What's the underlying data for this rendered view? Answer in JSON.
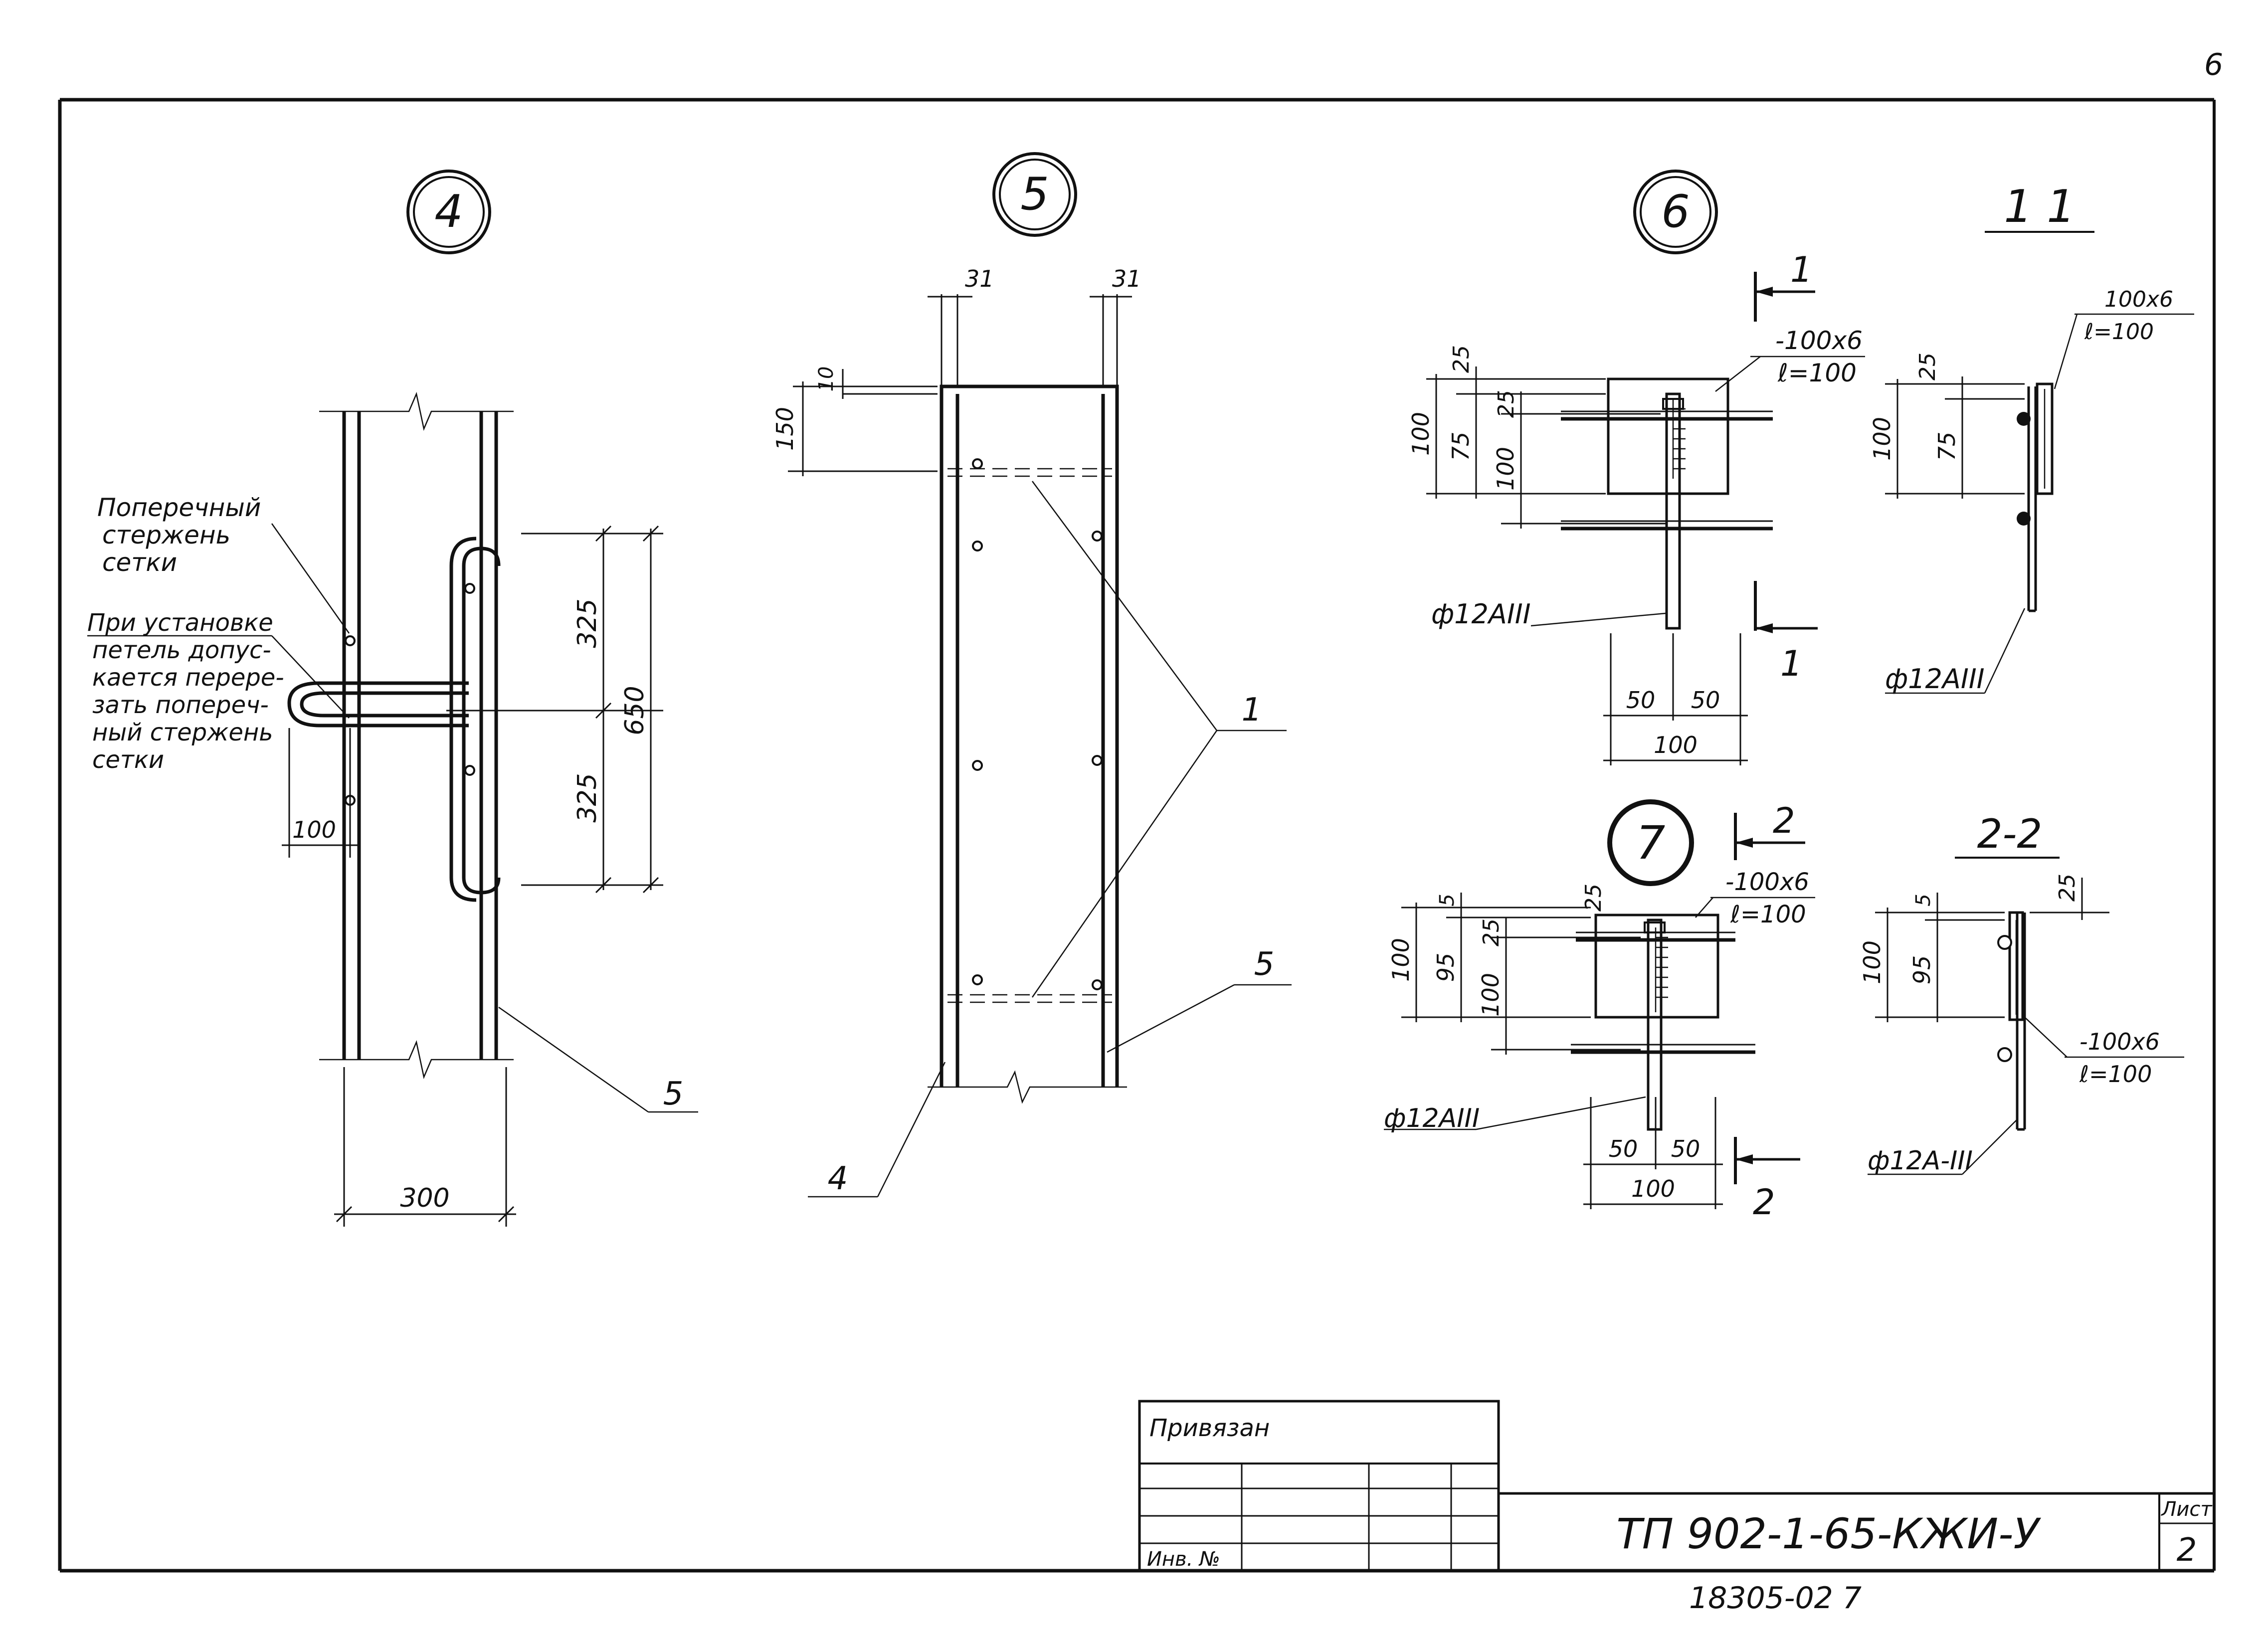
{
  "sheet_mark": "6",
  "details": {
    "d4": {
      "marker": "4",
      "note1": [
        "Поперечный",
        "стержень",
        "сетки"
      ],
      "note2": [
        "При установке",
        "петель допус-",
        "кается перере-",
        "зать попереч-",
        "ный стержень",
        "сетки"
      ],
      "dim_325_top": "325",
      "dim_325_bottom": "325",
      "dim_650": "650",
      "dim_100": "100",
      "dim_300": "300",
      "callout_5": "5"
    },
    "d5": {
      "marker": "5",
      "dim_31_left": "31",
      "dim_31_right": "31",
      "dim_10": "10",
      "dim_150": "150",
      "callout_1": "1",
      "callout_5": "5",
      "callout_4": "4"
    },
    "d6": {
      "marker": "6",
      "section_mark": "1",
      "plate": "-100х6",
      "plate_len": "ℓ=100",
      "rebar": "ф12АIII",
      "dim_25a": "25",
      "dim_25b": "25",
      "dim_100_left": "100",
      "dim_75": "75",
      "dim_100_inner": "100",
      "dim_50a": "50",
      "dim_50b": "50",
      "dim_100_bottom": "100"
    },
    "s11": {
      "title": "1  1",
      "plate": "100х6",
      "plate_len": "ℓ=100",
      "dim_25": "25",
      "dim_100": "100",
      "dim_75": "75",
      "rebar": "ф12АIII"
    },
    "d7": {
      "marker": "7",
      "section_mark": "2",
      "plate": "-100х6",
      "plate_len": "ℓ=100",
      "rebar": "ф12АIII",
      "dim_5": "5",
      "dim_25a": "25",
      "dim_25b": "25",
      "dim_100_left": "100",
      "dim_95": "95",
      "dim_100_inner": "100",
      "dim_50a": "50",
      "dim_50b": "50",
      "dim_100_bottom": "100"
    },
    "s22": {
      "title": "2-2",
      "dim_5": "5",
      "dim_25": "25",
      "dim_100": "100",
      "dim_95": "95",
      "plate": "-100х6",
      "plate_len": "ℓ=100",
      "rebar": "ф12А-III"
    }
  },
  "title_block": {
    "privyazan": "Привязан",
    "inv": "Инв. №",
    "doc_code": "ТП 902-1-65-КЖИ-У",
    "sheet_label": "Лист",
    "sheet_no": "2",
    "archive_no": "18305-02  7"
  }
}
